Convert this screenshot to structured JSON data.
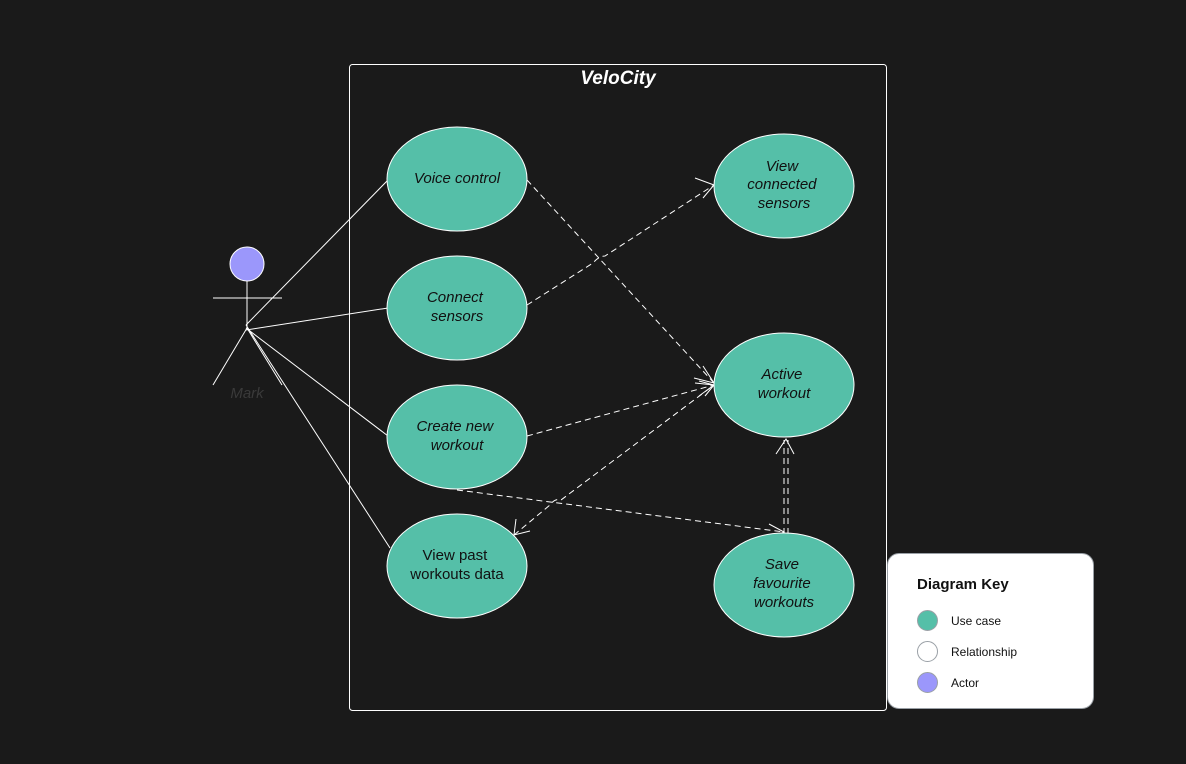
{
  "diagram": {
    "system_name": "VeloCity",
    "actor": {
      "name": "Mark"
    },
    "use_cases": {
      "voice_control": [
        "Voice control"
      ],
      "connect_sensors": [
        "Connect",
        "sensors"
      ],
      "create_new_workout": [
        "Create new",
        "workout"
      ],
      "view_past_workouts": [
        "View past",
        "workouts data"
      ],
      "view_connected_sensors": [
        "View",
        "connected",
        "sensors"
      ],
      "active_workout": [
        "Active",
        "workout"
      ],
      "save_favourite_workouts": [
        "Save",
        "favourite",
        "workouts"
      ]
    }
  },
  "legend": {
    "title": "Diagram Key",
    "items": [
      {
        "label": "Use case",
        "color": "#55bfa8"
      },
      {
        "label": "Relationship",
        "color": "#ffffff"
      },
      {
        "label": "Actor",
        "color": "#9b97fb"
      }
    ]
  },
  "colors": {
    "background": "#1a1a1a",
    "use_case": "#55bfa8",
    "actor": "#9b97fb",
    "line": "#ffffff"
  }
}
